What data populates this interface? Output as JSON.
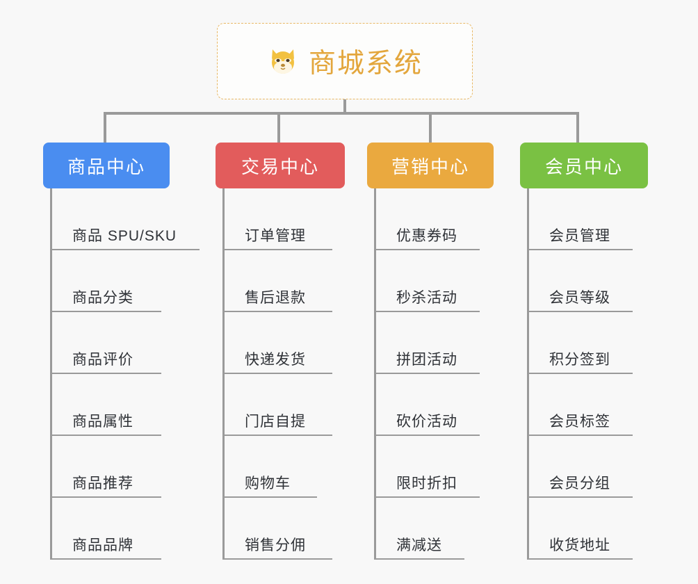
{
  "canvas": {
    "background": "#f8f8f8",
    "line_color": "#9a9a9a"
  },
  "root": {
    "icon": "shiba-dog-face-emoji",
    "emoji": "🐕",
    "title": "商城系统",
    "text_color": "#e3a63c",
    "border_color": "#e8b763"
  },
  "columns": [
    {
      "id": "product-center",
      "header": "商品中心",
      "color": "#4a8df0",
      "items": [
        {
          "label": "商品 SPU/SKU",
          "rule_width": 215
        },
        {
          "label": "商品分类",
          "rule_width": 160
        },
        {
          "label": "商品评价",
          "rule_width": 160
        },
        {
          "label": "商品属性",
          "rule_width": 160
        },
        {
          "label": "商品推荐",
          "rule_width": 160
        },
        {
          "label": "商品品牌",
          "rule_width": 160
        }
      ]
    },
    {
      "id": "trade-center",
      "header": "交易中心",
      "color": "#e25c5c",
      "items": [
        {
          "label": "订单管理",
          "rule_width": 158
        },
        {
          "label": "售后退款",
          "rule_width": 158
        },
        {
          "label": "快递发货",
          "rule_width": 158
        },
        {
          "label": "门店自提",
          "rule_width": 158
        },
        {
          "label": "购物车",
          "rule_width": 136
        },
        {
          "label": "销售分佣",
          "rule_width": 158
        }
      ]
    },
    {
      "id": "marketing-center",
      "header": "营销中心",
      "color": "#eaa93f",
      "items": [
        {
          "label": "优惠券码",
          "rule_width": 152
        },
        {
          "label": "秒杀活动",
          "rule_width": 152
        },
        {
          "label": "拼团活动",
          "rule_width": 152
        },
        {
          "label": "砍价活动",
          "rule_width": 152
        },
        {
          "label": "限时折扣",
          "rule_width": 152
        },
        {
          "label": "满减送",
          "rule_width": 130
        }
      ]
    },
    {
      "id": "member-center",
      "header": "会员中心",
      "color": "#7ac143",
      "items": [
        {
          "label": "会员管理",
          "rule_width": 152
        },
        {
          "label": "会员等级",
          "rule_width": 152
        },
        {
          "label": "积分签到",
          "rule_width": 152
        },
        {
          "label": "会员标签",
          "rule_width": 152
        },
        {
          "label": "会员分组",
          "rule_width": 152
        },
        {
          "label": "收货地址",
          "rule_width": 152
        }
      ]
    }
  ]
}
